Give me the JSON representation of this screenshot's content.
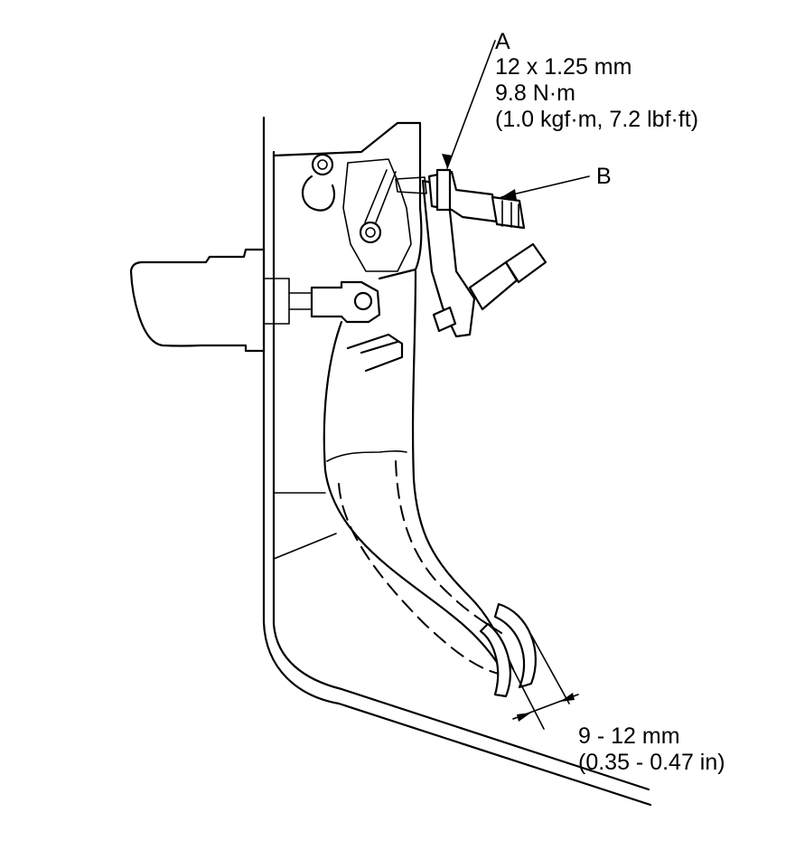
{
  "callout_a": {
    "letter": "A",
    "thread": "12 x 1.25 mm",
    "torque": "9.8 N·m",
    "torque_alt": "(1.0 kgf·m, 7.2 lbf·ft)"
  },
  "callout_b": {
    "letter": "B"
  },
  "dimension": {
    "metric": "9 - 12 mm",
    "imperial": "(0.35 - 0.47 in)"
  }
}
